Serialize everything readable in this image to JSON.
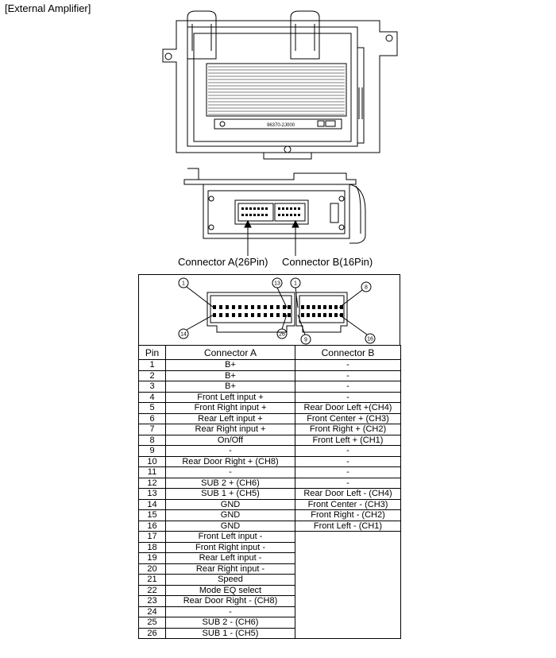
{
  "title": "[External Amplifier]",
  "amplifier_label": "96370-2J000",
  "connector_a_label": "Connector A(26Pin)",
  "connector_b_label": "Connector B(16Pin)",
  "pin_callouts": [
    "1",
    "13",
    "1",
    "8",
    "14",
    "26",
    "9",
    "16"
  ],
  "table": {
    "headers": [
      "Pin",
      "Connector A",
      "Connector B"
    ],
    "rows": [
      {
        "pin": "1",
        "a": "B+",
        "b": "-"
      },
      {
        "pin": "2",
        "a": "B+",
        "b": "-"
      },
      {
        "pin": "3",
        "a": "B+",
        "b": "-"
      },
      {
        "pin": "4",
        "a": "Front Left input +",
        "b": "-"
      },
      {
        "pin": "5",
        "a": "Front Right input +",
        "b": "Rear Door Left +(CH4)"
      },
      {
        "pin": "6",
        "a": "Rear Left input +",
        "b": "Front Center + (CH3)"
      },
      {
        "pin": "7",
        "a": "Rear Right input +",
        "b": "Front Right + (CH2)"
      },
      {
        "pin": "8",
        "a": "On/Off",
        "b": "Front Left + (CH1)"
      },
      {
        "pin": "9",
        "a": "-",
        "b": "-"
      },
      {
        "pin": "10",
        "a": "Rear Door Right + (CH8)",
        "b": "-"
      },
      {
        "pin": "11",
        "a": "-",
        "b": "-"
      },
      {
        "pin": "12",
        "a": "SUB 2 + (CH6)",
        "b": "-"
      },
      {
        "pin": "13",
        "a": "SUB 1 + (CH5)",
        "b": "Rear Door Left - (CH4)"
      },
      {
        "pin": "14",
        "a": "GND",
        "b": "Front Center - (CH3)"
      },
      {
        "pin": "15",
        "a": "GND",
        "b": "Front Right - (CH2)"
      },
      {
        "pin": "16",
        "a": "GND",
        "b": "Front Left - (CH1)"
      },
      {
        "pin": "17",
        "a": "Front Left input -"
      },
      {
        "pin": "18",
        "a": "Front Right input -"
      },
      {
        "pin": "19",
        "a": "Rear Left input -"
      },
      {
        "pin": "20",
        "a": "Rear Right input -"
      },
      {
        "pin": "21",
        "a": "Speed"
      },
      {
        "pin": "22",
        "a": "Mode EQ select"
      },
      {
        "pin": "23",
        "a": "Rear Door Right - (CH8)"
      },
      {
        "pin": "24",
        "a": "-"
      },
      {
        "pin": "25",
        "a": "SUB 2 - (CH6)"
      },
      {
        "pin": "26",
        "a": "SUB 1 - (CH5)"
      }
    ]
  }
}
